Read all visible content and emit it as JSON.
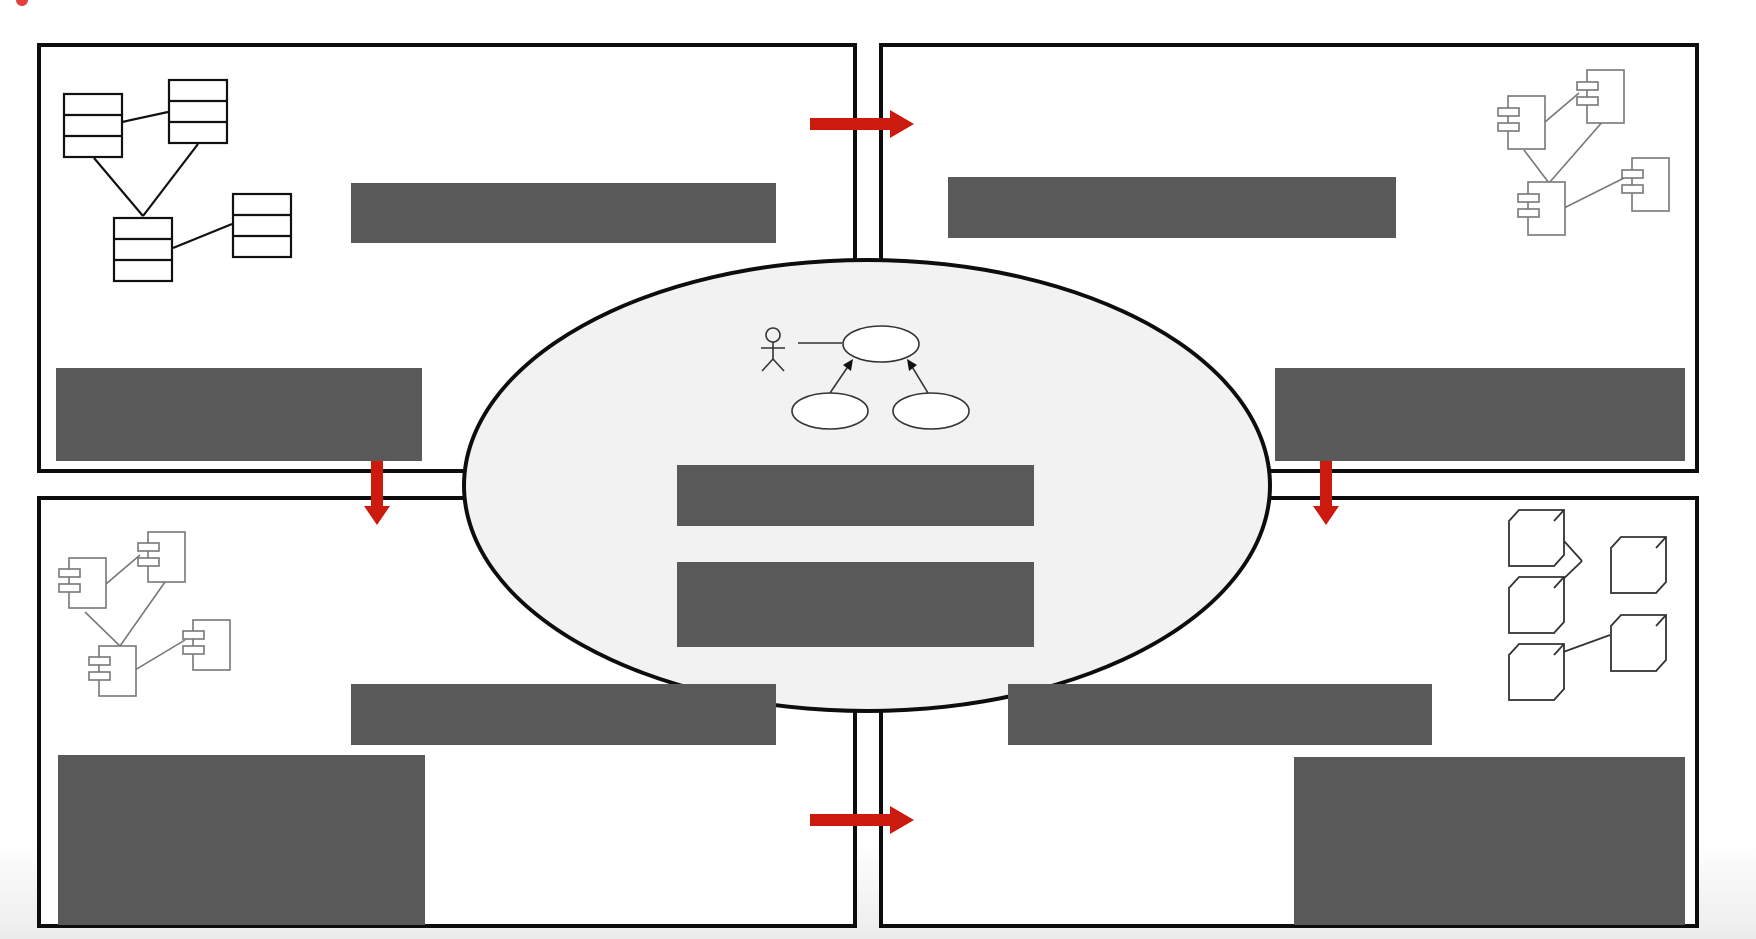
{
  "diagram": {
    "quadrants": [
      {
        "id": "top-left",
        "icon": "class-diagram-icon"
      },
      {
        "id": "top-right",
        "icon": "component-diagram-icon"
      },
      {
        "id": "bottom-left",
        "icon": "component-diagram-icon"
      },
      {
        "id": "bottom-right",
        "icon": "deployment-node-diagram-icon"
      }
    ],
    "center": {
      "icon": "use-case-diagram-icon"
    },
    "arrows": [
      {
        "id": "top-left-to-top-right",
        "direction": "right"
      },
      {
        "id": "top-left-to-bottom-left",
        "direction": "down"
      },
      {
        "id": "top-right-to-bottom-right",
        "direction": "down"
      },
      {
        "id": "bottom-left-to-bottom-right",
        "direction": "right"
      }
    ],
    "colors": {
      "arrow": "#cc1a0f",
      "redaction": "#595959",
      "ellipse_fill": "#f2f2f2",
      "border": "#0d0d0d"
    },
    "redacted_text_blocks": 12
  }
}
